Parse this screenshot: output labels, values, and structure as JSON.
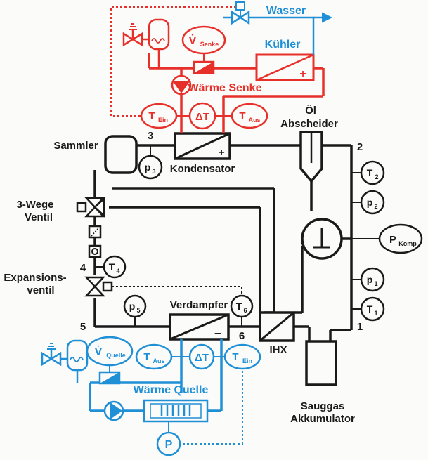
{
  "colors": {
    "circuit": "#1a1a1a",
    "sink": "#e8302a",
    "source": "#1f8fd6",
    "background": "#fbfbfa"
  },
  "labels": {
    "wasser": "Wasser",
    "kuehler": "Kühler",
    "waerme_senke": "Wärme Senke",
    "v_senke_main": "V̇",
    "v_senke_sub": "Senke",
    "t_ein_main": "T",
    "t_ein_sub": "Ein",
    "delta_t": "ΔT",
    "t_aus_main": "T",
    "t_aus_sub": "Aus",
    "oel": "Öl",
    "abscheider": "Abscheider",
    "sammler": "Sammler",
    "kondensator": "Kondensator",
    "node_2": "2",
    "node_3": "3",
    "node_4": "4",
    "node_5": "5",
    "node_6": "6",
    "node_1": "1",
    "p3_main": "p",
    "p3_sub": "3",
    "t2_main": "T",
    "t2_sub": "2",
    "p2_main": "p",
    "p2_sub": "2",
    "dreiwege_1": "3-Wege",
    "dreiwege_2": "Ventil",
    "p_komp_main": "P",
    "p_komp_sub": "Komp",
    "t4_main": "T",
    "t4_sub": "4",
    "expansion_1": "Expansions-",
    "expansion_2": "ventil",
    "p1_main": "p",
    "p1_sub": "1",
    "t1_main": "T",
    "t1_sub": "1",
    "p5_main": "p",
    "p5_sub": "5",
    "verdampfer": "Verdampfer",
    "t6_main": "T",
    "t6_sub": "6",
    "ihx": "IHX",
    "v_quelle_main": "V̇",
    "v_quelle_sub": "Quelle",
    "src_t_aus_main": "T",
    "src_t_aus_sub": "Aus",
    "src_delta_t": "ΔT",
    "src_t_ein_main": "T",
    "src_t_ein_sub": "Ein",
    "waerme_quelle": "Wärme Quelle",
    "sauggas": "Sauggas",
    "akkumulator": "Akkumulator",
    "pump_p": "P",
    "plus": "+",
    "minus": "−"
  }
}
